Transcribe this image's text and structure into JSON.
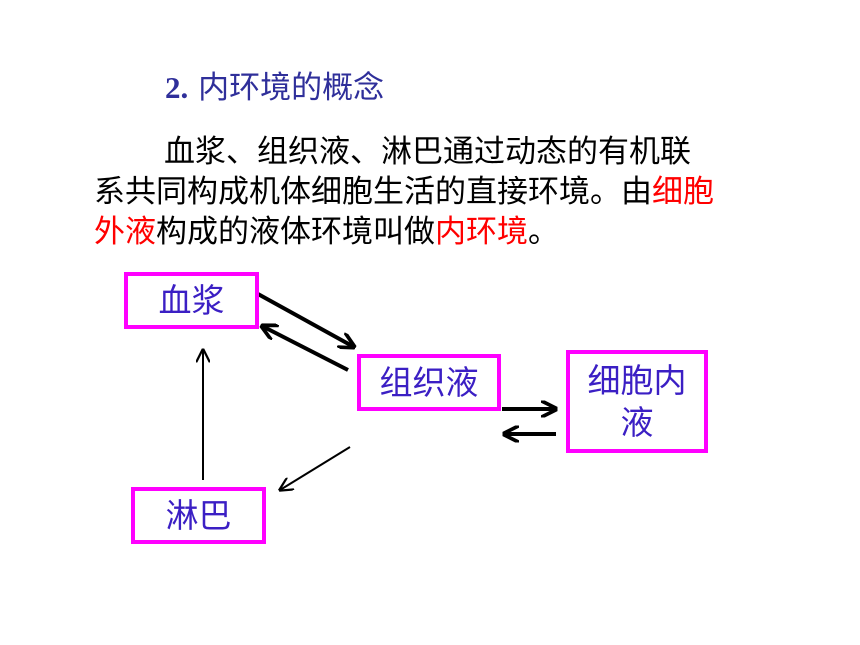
{
  "title": {
    "number": "2.",
    "text": "内环境的概念"
  },
  "paragraph": {
    "line1": "血浆、组织液、淋巴通过动态的有机联",
    "line2_a": "系共同构成机体细胞生活的直接环境。由",
    "line2_b": "细胞",
    "line3_a": "外液",
    "line3_b": "构成的液体环境叫做",
    "line3_c": "内环境",
    "line3_d": "。"
  },
  "diagram": {
    "plasma": "血浆",
    "tissue_fluid": "组织液",
    "intracellular_line1": "细胞内",
    "intracellular_line2": "液",
    "lymph": "淋巴"
  },
  "colors": {
    "title": "#2f2f9a",
    "highlight": "#ff0000",
    "box_border": "#ff00ff",
    "box_text": "#3b1fc4",
    "arrow": "#000000"
  }
}
